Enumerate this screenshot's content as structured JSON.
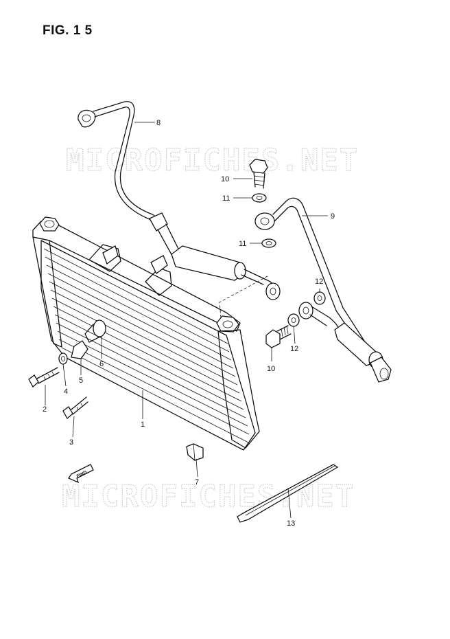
{
  "figure": {
    "title": "FIG. 1 5"
  },
  "watermark": {
    "text": "MICROFICHES.NET"
  },
  "fwd_label": "FWD",
  "callouts": {
    "c1": "1",
    "c2": "2",
    "c3": "3",
    "c4": "4",
    "c5": "5",
    "c6": "6",
    "c7": "7",
    "c8": "8",
    "c9": "9",
    "c10a": "10",
    "c10b": "10",
    "c11a": "11",
    "c11b": "11",
    "c12a": "12",
    "c12b": "12",
    "c13": "13"
  }
}
